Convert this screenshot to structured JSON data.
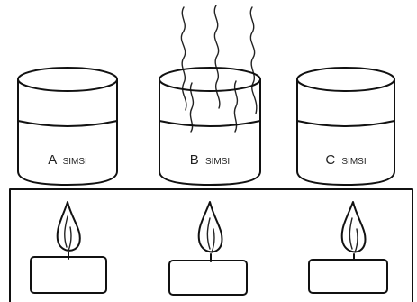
{
  "jars": [
    {
      "letter": "A",
      "word": "SIMSI",
      "heated_vapour": false
    },
    {
      "letter": "B",
      "word": "SIMSI",
      "heated_vapour": true
    },
    {
      "letter": "C",
      "word": "SIMSI",
      "heated_vapour": false
    }
  ],
  "stove": {
    "flames": 3
  }
}
